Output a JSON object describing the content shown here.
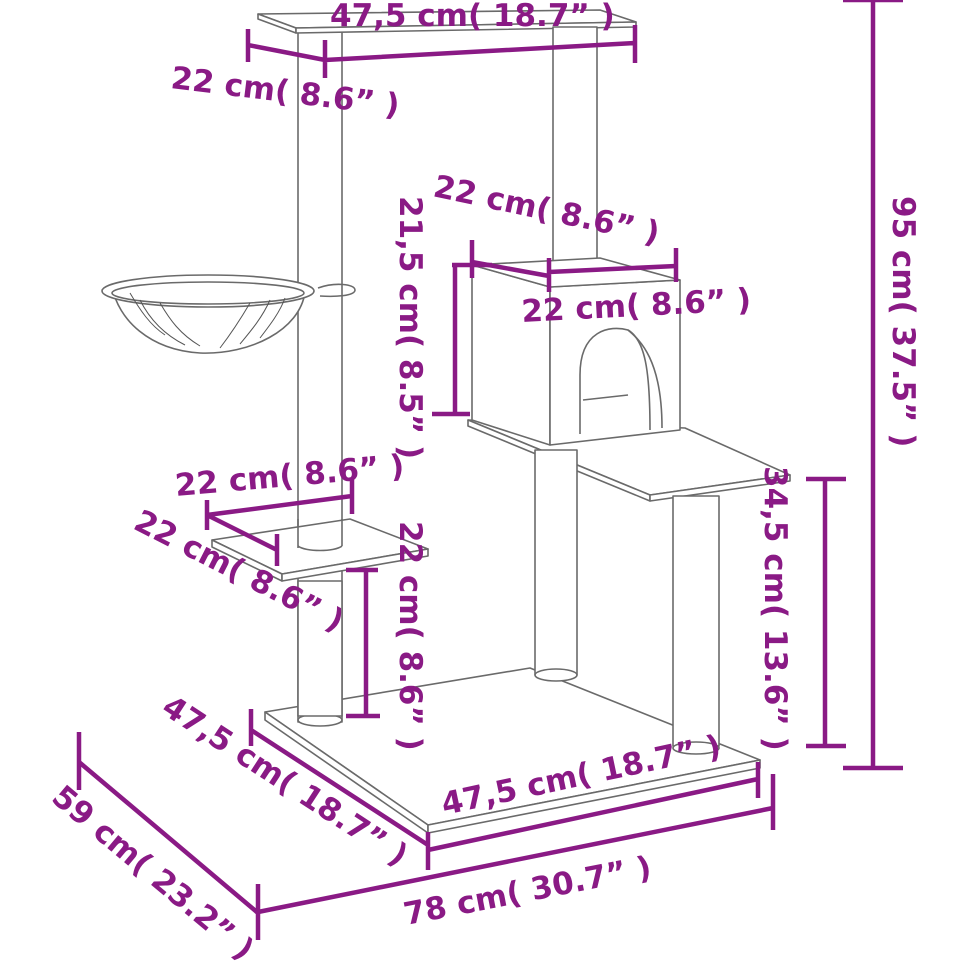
{
  "figure": {
    "subject": "Cat tree with hammock, condo and platforms — dimension diagram",
    "accent_color": "#8a1a85",
    "line_color": "#6a6a6a",
    "background": "#ffffff"
  },
  "dimensions": {
    "top_platform_width": "47,5 cm( 18.7” )",
    "top_platform_depth": "22 cm( 8.6” )",
    "condo_depth": "22 cm( 8.6” )",
    "condo_width": "22 cm( 8.6” )",
    "condo_height": "21,5 cm( 8.5” )",
    "total_height": "95 cm( 37.5” )",
    "low_platform_width": "22 cm( 8.6” )",
    "low_platform_depth": "22 cm( 8.6” )",
    "low_platform_height": "22 cm( 8.6” )",
    "step_platform_height": "34,5 cm( 13.6” )",
    "base_depth": "47,5 cm( 18.7” )",
    "base_width": "47,5 cm( 18.7” )",
    "overall_width": "78 cm( 30.7” )",
    "overall_depth": "59 cm( 23.2” )"
  },
  "components": [
    {
      "name": "top platform"
    },
    {
      "name": "hammock basket"
    },
    {
      "name": "condo with arched entrance"
    },
    {
      "name": "step platform"
    },
    {
      "name": "low platform"
    },
    {
      "name": "sisal posts"
    },
    {
      "name": "base board"
    }
  ]
}
